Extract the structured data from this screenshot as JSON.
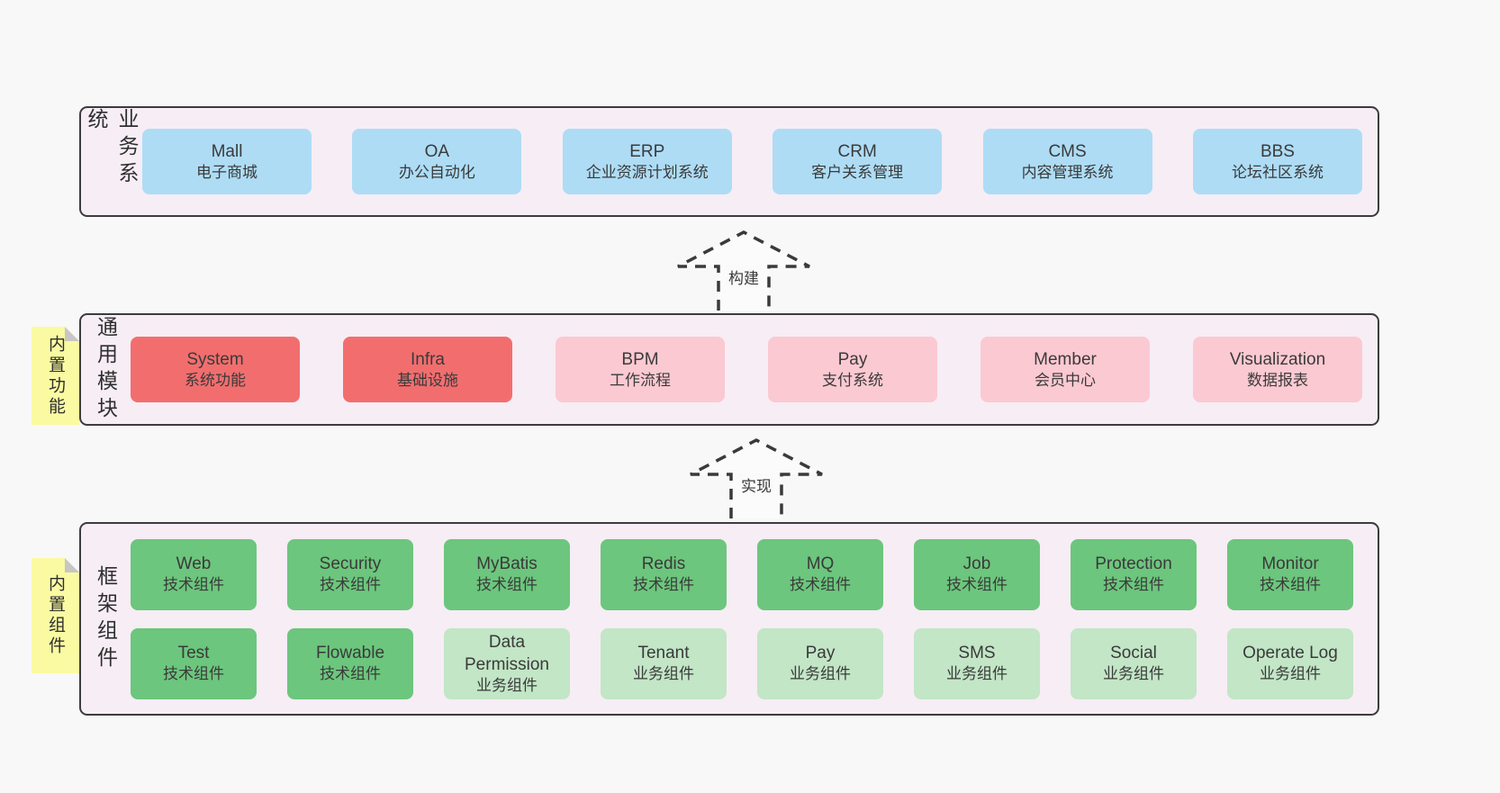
{
  "colors": {
    "page_background": "#f8f8f8",
    "band_background": "#f7edf5",
    "band_border": "#3c3c3c",
    "box_blue": "#aedcf5",
    "box_red": "#f26e6e",
    "box_pink": "#fbc9d2",
    "box_green": "#6cc67d",
    "box_green_light": "#c2e6c6",
    "sticky_yellow": "#fafaa2",
    "text": "#3a3a3a"
  },
  "arrows": [
    {
      "label": "构建"
    },
    {
      "label": "实现"
    }
  ],
  "bands": [
    {
      "label": "业务系统",
      "boxes": [
        {
          "title": "Mall",
          "subtitle": "电子商城",
          "type": "blue"
        },
        {
          "title": "OA",
          "subtitle": "办公自动化",
          "type": "blue"
        },
        {
          "title": "ERP",
          "subtitle": "企业资源计划系统",
          "type": "blue"
        },
        {
          "title": "CRM",
          "subtitle": "客户关系管理",
          "type": "blue"
        },
        {
          "title": "CMS",
          "subtitle": "内容管理系统",
          "type": "blue"
        },
        {
          "title": "BBS",
          "subtitle": "论坛社区系统",
          "type": "blue"
        }
      ]
    },
    {
      "label": "通用模块",
      "sticky": "内置功能",
      "boxes": [
        {
          "title": "System",
          "subtitle": "系统功能",
          "type": "red"
        },
        {
          "title": "Infra",
          "subtitle": "基础设施",
          "type": "red"
        },
        {
          "title": "BPM",
          "subtitle": "工作流程",
          "type": "pink"
        },
        {
          "title": "Pay",
          "subtitle": "支付系统",
          "type": "pink"
        },
        {
          "title": "Member",
          "subtitle": "会员中心",
          "type": "pink"
        },
        {
          "title": "Visualization",
          "subtitle": "数据报表",
          "type": "pink"
        }
      ]
    },
    {
      "label": "框架组件",
      "sticky": "内置组件",
      "rows": [
        [
          {
            "title": "Web",
            "subtitle": "技术组件",
            "type": "green"
          },
          {
            "title": "Security",
            "subtitle": "技术组件",
            "type": "green"
          },
          {
            "title": "MyBatis",
            "subtitle": "技术组件",
            "type": "green"
          },
          {
            "title": "Redis",
            "subtitle": "技术组件",
            "type": "green"
          },
          {
            "title": "MQ",
            "subtitle": "技术组件",
            "type": "green"
          },
          {
            "title": "Job",
            "subtitle": "技术组件",
            "type": "green"
          },
          {
            "title": "Protection",
            "subtitle": "技术组件",
            "type": "green"
          },
          {
            "title": "Monitor",
            "subtitle": "技术组件",
            "type": "green"
          }
        ],
        [
          {
            "title": "Test",
            "subtitle": "技术组件",
            "type": "green"
          },
          {
            "title": "Flowable",
            "subtitle": "技术组件",
            "type": "green"
          },
          {
            "title": "Data Permission",
            "subtitle": "业务组件",
            "type": "green-light"
          },
          {
            "title": "Tenant",
            "subtitle": "业务组件",
            "type": "green-light"
          },
          {
            "title": "Pay",
            "subtitle": "业务组件",
            "type": "green-light"
          },
          {
            "title": "SMS",
            "subtitle": "业务组件",
            "type": "green-light"
          },
          {
            "title": "Social",
            "subtitle": "业务组件",
            "type": "green-light"
          },
          {
            "title": "Operate Log",
            "subtitle": "业务组件",
            "type": "green-light"
          }
        ]
      ]
    }
  ]
}
